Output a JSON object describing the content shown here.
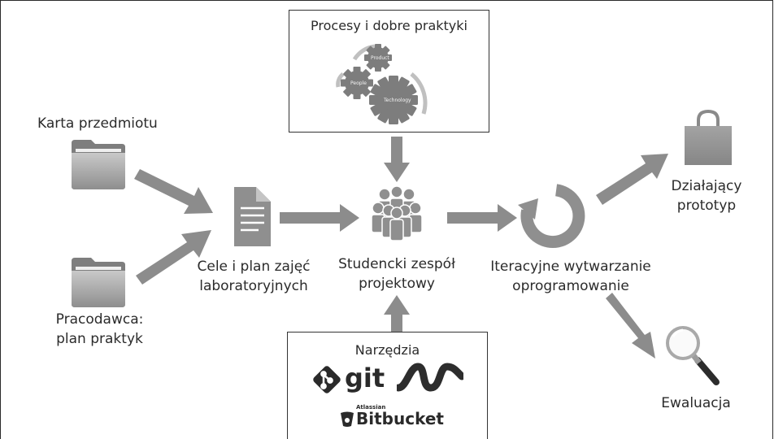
{
  "process_box": {
    "title": "Procesy i dobre praktyki",
    "gears": [
      "Product",
      "People",
      "Technology"
    ]
  },
  "tools_box": {
    "title": "Narzędzia",
    "git": "git",
    "bitbucket_small": "Atlassian",
    "bitbucket": "Bitbucket"
  },
  "nodes": {
    "karta": "Karta przedmiotu",
    "pracodawca": [
      "Pracodawca:",
      "plan praktyk"
    ],
    "cele": [
      "Cele i plan zajęć",
      "laboratoryjnych"
    ],
    "zespol": [
      "Studencki zespół",
      "projektowy"
    ],
    "iteracyjne": [
      "Iteracyjne wytwarzanie",
      "oprogramowanie"
    ],
    "prototyp": [
      "Działający",
      "prototyp"
    ],
    "ewaluacja": "Ewaluacja"
  },
  "colors": {
    "arrow": "#8c8c8c",
    "icon": "#8f8f8f",
    "border": "#333333"
  },
  "icons": [
    "folder-icon",
    "folder-icon",
    "document-icon",
    "team-icon",
    "cycle-icon",
    "bag-icon",
    "magnifier-icon",
    "gears-icon",
    "git-logo-icon",
    "visual-studio-logo-icon",
    "bitbucket-logo-icon"
  ]
}
